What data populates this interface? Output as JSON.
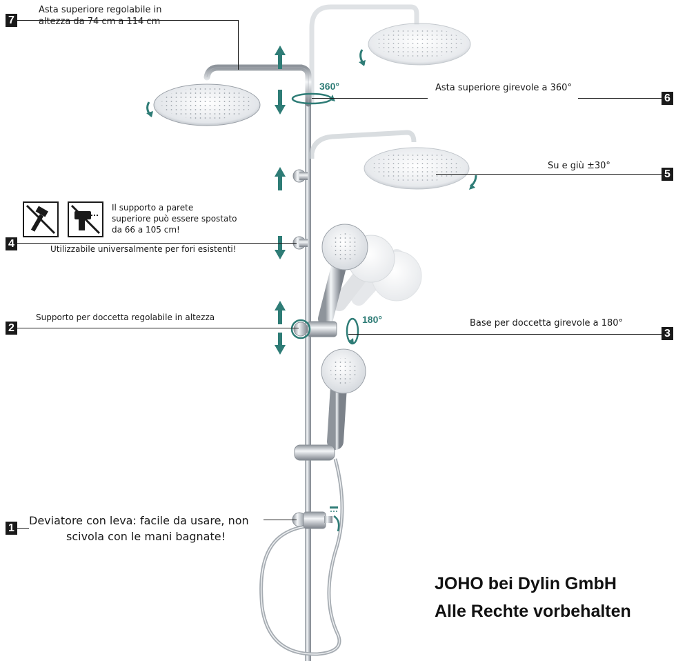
{
  "callouts": [
    {
      "number": "7",
      "text_lines": [
        "Asta superiore regolabile in",
        "altezza da 74 cm a 114 cm"
      ]
    },
    {
      "number": "6",
      "text": "Asta superiore girevole a 360°"
    },
    {
      "number": "5",
      "text": "Su e giù ±30°"
    },
    {
      "number": "4",
      "text_lines": [
        "Il supporto a parete",
        "superiore può essere spostato",
        "da 66 a 105 cm!"
      ],
      "subtext": "Utilizzabile universalmente per fori esistenti!"
    },
    {
      "number": "2",
      "text": "Supporto per doccetta regolabile in altezza"
    },
    {
      "number": "3",
      "text": "Base per doccetta girevole a 180°"
    },
    {
      "number": "1",
      "text_lines": [
        "Deviatore con leva: facile da usare, non",
        "scivola con le mani bagnate!"
      ]
    }
  ],
  "rotation_labels": {
    "top_arm": "360°",
    "hand_shower": "180°"
  },
  "copyright": [
    "JOHO bei Dylin GmbH",
    "Alle Rechte vorbehalten"
  ],
  "icons": [
    "no-hammer-icon",
    "no-drill-icon"
  ],
  "colors": {
    "accent": "#2e7c76",
    "text": "#1a1a1a",
    "chrome": "#c9ced3"
  }
}
